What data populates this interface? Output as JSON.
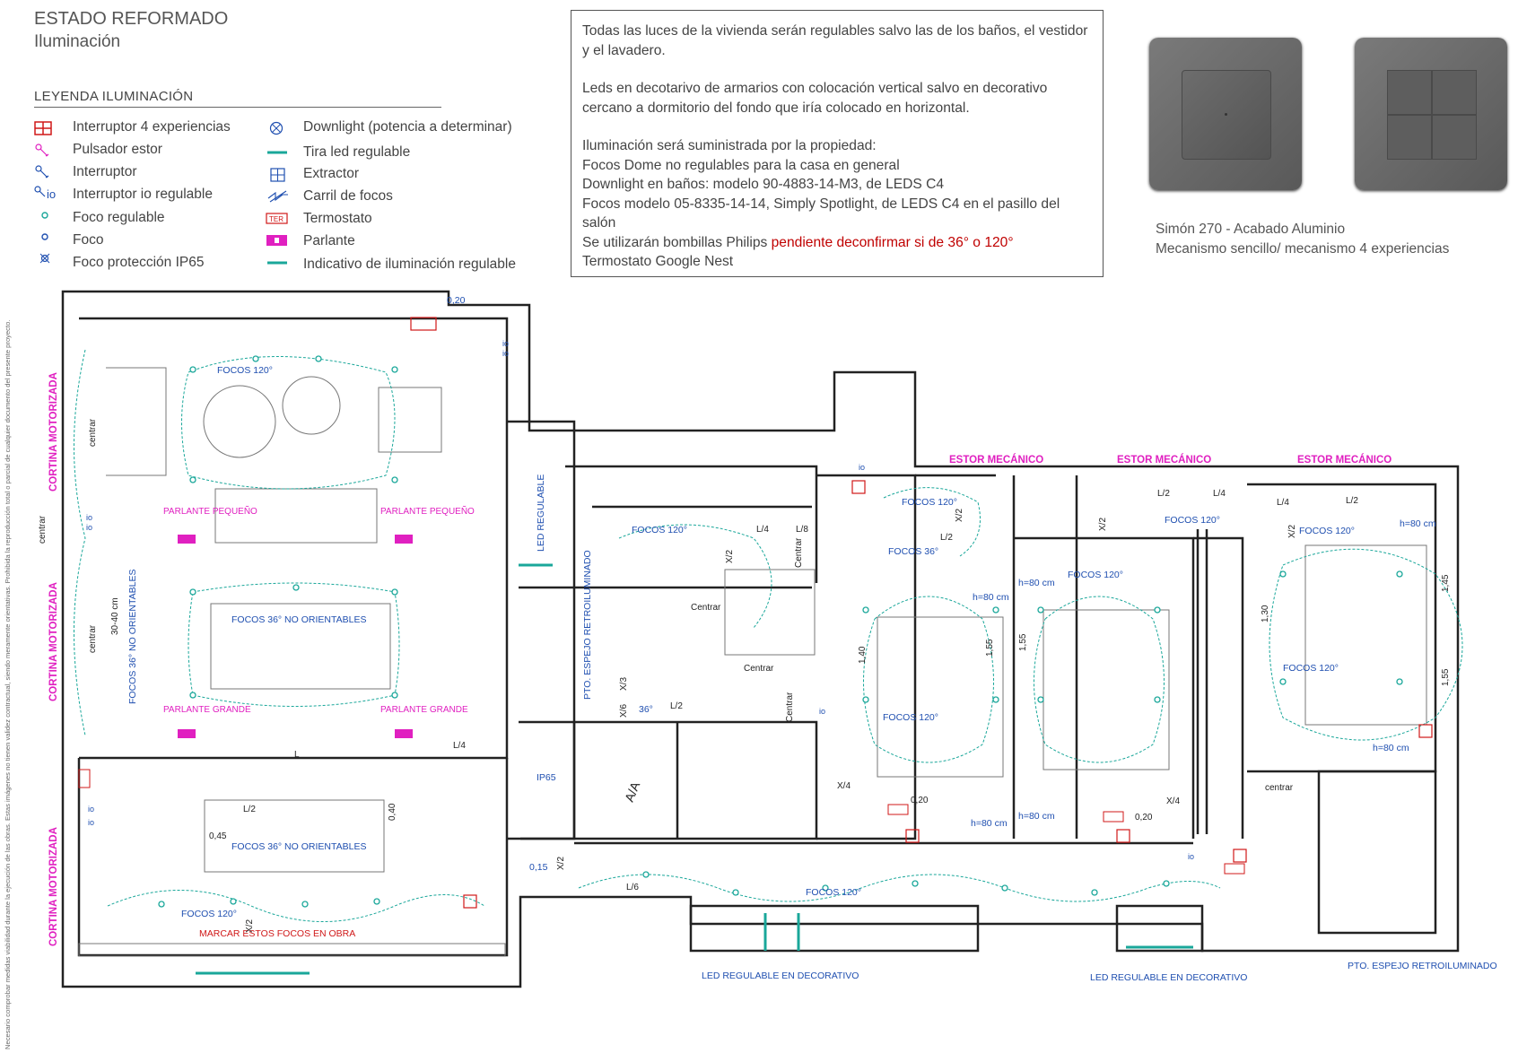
{
  "side_note": "Necesario comprobar medidas viabilidad durante la ejecución de las obras. Estas imágenes no tienen validez contractual, siendo meramente orientativas. Prohibida la reproducción total o parcial de cualquier documento del presente proyecto.",
  "header": {
    "title": "ESTADO REFORMADO",
    "subtitle": "Iluminación"
  },
  "legend": {
    "heading": "LEYENDA ILUMINACIÓN",
    "left": [
      {
        "icon": "four-way-switch-icon",
        "label": "Interruptor 4 experiencias"
      },
      {
        "icon": "blind-pushbutton-icon",
        "label": "Pulsador estor"
      },
      {
        "icon": "switch-icon",
        "label": "Interruptor"
      },
      {
        "icon": "dimmer-switch-icon",
        "label": "Interruptor io regulable"
      },
      {
        "icon": "dimmable-spot-icon",
        "label": "Foco regulable"
      },
      {
        "icon": "spot-icon",
        "label": "Foco"
      },
      {
        "icon": "ip65-spot-icon",
        "label": "Foco protección IP65"
      }
    ],
    "right": [
      {
        "icon": "downlight-icon",
        "label": "Downlight (potencia a determinar)"
      },
      {
        "icon": "led-strip-icon",
        "label": "Tira led regulable"
      },
      {
        "icon": "extractor-icon",
        "label": "Extractor"
      },
      {
        "icon": "spot-track-icon",
        "label": "Carril de focos"
      },
      {
        "icon": "thermostat-icon",
        "label": "Termostato"
      },
      {
        "icon": "speaker-icon",
        "label": "Parlante"
      },
      {
        "icon": "dimmable-indicator-icon",
        "label": "Indicativo de iluminación regulable"
      }
    ],
    "thermostat_tag": "TER"
  },
  "notes": {
    "line1": "Todas las luces de la vivienda serán regulables salvo las de los baños, el vestidor y el lavadero.",
    "line2": "Leds en decotarivo de armarios con colocación vertical salvo en decorativo cercano a dormitorio del fondo que iría colocado en horizontal.",
    "line3": "Iluminación será suministrada por la propiedad:",
    "line4": "Focos Dome no regulables para la casa en general",
    "line5": "Downlight en baños: modelo 90-4883-14-M3, de LEDS C4",
    "line6": "Focos modelo 05-8335-14-14, Simply Spotlight, de LEDS C4 en el pasillo del salón",
    "line7a": "Se utilizarán bombillas Philips ",
    "line7b": "pendiente deconfirmar si de 36° o 120°",
    "line8": "Termostato Google Nest"
  },
  "switch_caption": {
    "line1": "Simón 270 - Acabado Aluminio",
    "line2": "Mecanismo sencillo/ mecanismo 4 experiencias"
  },
  "plan_labels": {
    "cortina1": "CORTINA MOTORIZADA",
    "cortina2": "CORTINA MOTORIZADA",
    "cortina3": "CORTINA MOTORIZADA",
    "focos120_salon": "FOCOS 120°",
    "focos36_mesa": "FOCOS 36° NO ORIENTABLES",
    "focos36_vertical": "FOCOS 36° NO ORIENTABLES",
    "focos36_cocina": "FOCOS 36° NO ORIENTABLES",
    "focos120_cocina": "FOCOS 120°",
    "marcar_focos": "MARCAR ESTOS FOCOS EN OBRA",
    "parlante_pequeno": "PARLANTE PEQUEÑO",
    "parlante_grande": "PARLANTE GRANDE",
    "led_regulable": "LED REGULABLE",
    "pto_espejo_v": "PTO. ESPEJO RETROILUMINADO",
    "ip65": "IP65",
    "focos120_pasillo": "FOCOS 120°",
    "focos120_distrib": "FOCOS 120°",
    "focos36_dorm": "FOCOS 36°",
    "focos120_dorm1": "FOCOS 120°",
    "focos120_dorm1b": "FOCOS 120°",
    "focos120_dorm2": "FOCOS 120°",
    "focos120_dorm3": "FOCOS 120°",
    "focos120_dorm3b": "FOCOS 120°",
    "estor1": "ESTOR MECÁNICO",
    "estor2": "ESTOR MECÁNICO",
    "estor3": "ESTOR MECÁNICO",
    "led_deco1": "LED REGULABLE EN DECORATIVO",
    "led_deco2": "LED REGULABLE EN DECORATIVO",
    "pto_espejo_h": "PTO. ESPEJO RETROILUMINADO",
    "centrar": "centrar",
    "Centrar": "Centrar",
    "h80": "h=80 cm",
    "dim_020": "0,20",
    "dim_015": "0,15",
    "dim_045": "0,45",
    "dim_040": "0,40",
    "dim_3040": "30-40 cm",
    "dim_140": "1,40",
    "dim_155": "1,55",
    "dim_130": "1,30",
    "dim_145": "1,45",
    "L2": "L/2",
    "L4": "L/4",
    "L6": "L/6",
    "L8": "L/8",
    "X2": "X/2",
    "X3": "X/3",
    "X4": "X/4",
    "X6": "X/6",
    "AA": "A/A",
    "io": "io",
    "L": "L",
    "deg36": "36°"
  },
  "colors": {
    "accent_teal": "#1aa79a",
    "magenta": "#e020c0",
    "blue_label": "#1f4fb0",
    "red": "#d01818",
    "wall": "#222222"
  }
}
